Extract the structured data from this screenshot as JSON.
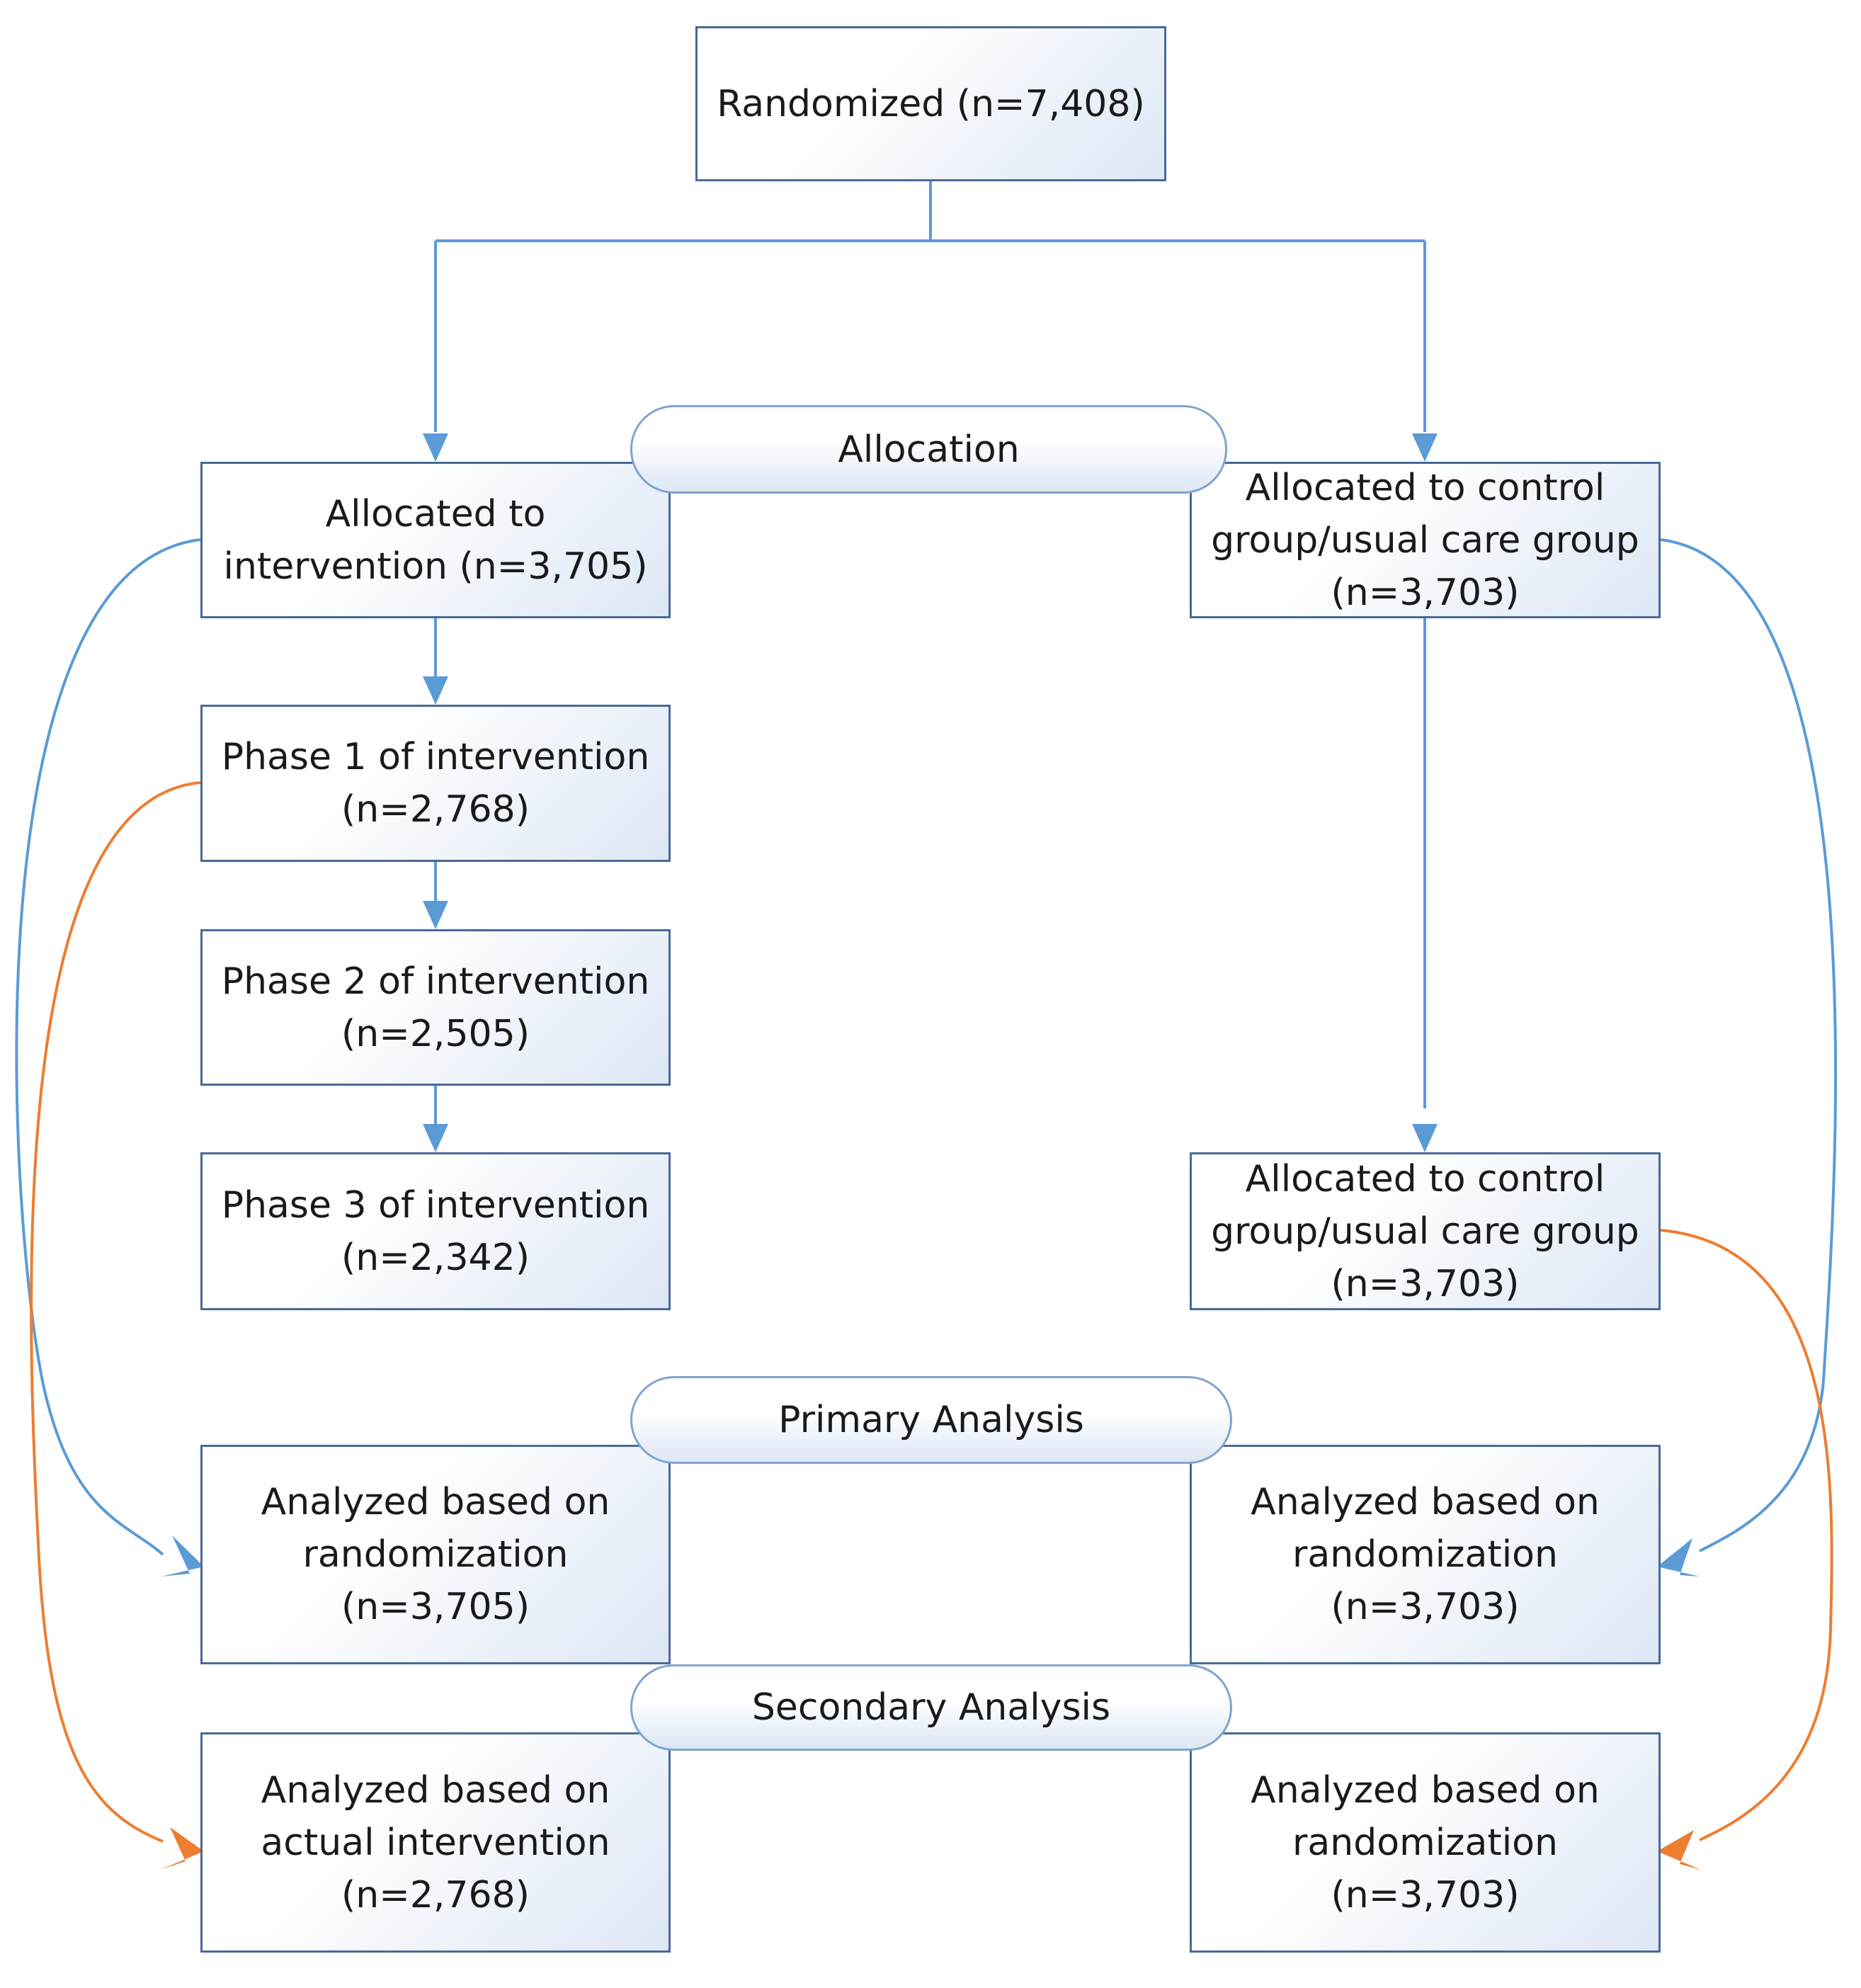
{
  "randomized": {
    "line1": "Randomized (n=7,408)"
  },
  "stages": {
    "allocation": "Allocation",
    "primary": "Primary Analysis",
    "secondary": "Secondary Analysis"
  },
  "intervention": {
    "allocated": {
      "line1": "Allocated to",
      "line2": "intervention (n=3,705)"
    },
    "phase1": {
      "line1": "Phase 1 of intervention",
      "line2": "(n=2,768)"
    },
    "phase2": {
      "line1": "Phase 2 of intervention",
      "line2": "(n=2,505)"
    },
    "phase3": {
      "line1": "Phase 3 of intervention",
      "line2": "(n=2,342)"
    },
    "primary_result": {
      "line1": "Analyzed based on",
      "line2": "randomization",
      "line3": "(n=3,705)"
    },
    "secondary_result": {
      "line1": "Analyzed based on",
      "line2": "actual intervention",
      "line3": "(n=2,768)"
    }
  },
  "control": {
    "allocated": {
      "line1": "Allocated to control",
      "line2": "group/usual care group",
      "line3": "(n=3,703)"
    },
    "allocated_repeat": {
      "line1": "Allocated to control",
      "line2": "group/usual care group",
      "line3": "(n=3,703)"
    },
    "primary_result": {
      "line1": "Analyzed based on",
      "line2": "randomization",
      "line3": "(n=3,703)"
    },
    "secondary_result": {
      "line1": "Analyzed based on",
      "line2": "randomization",
      "line3": "(n=3,703)"
    }
  },
  "colors": {
    "box_border": "#4a6a96",
    "flow_arrow": "#5b9bd5",
    "secondary_arrow": "#ed7d31",
    "pill_border": "#7fa4cf",
    "box_fill_end": "#dde7f5"
  }
}
